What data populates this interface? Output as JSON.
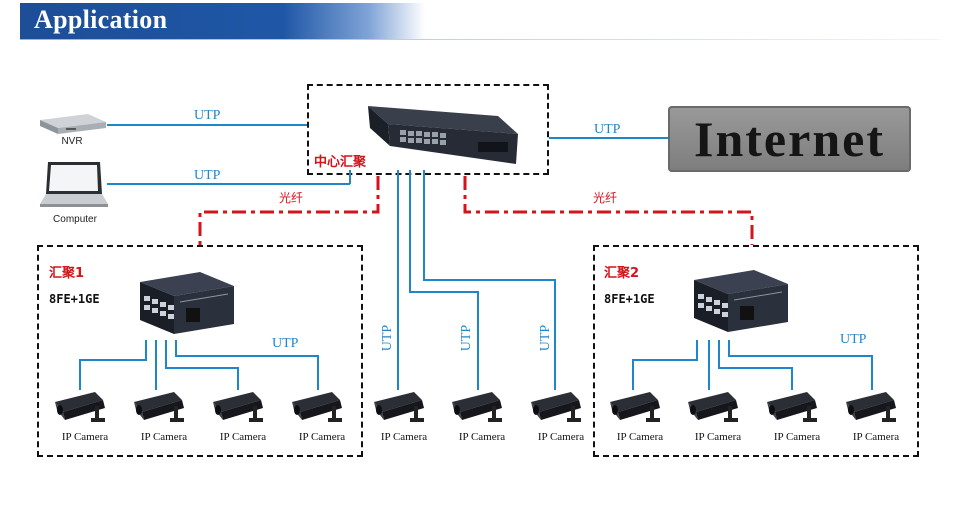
{
  "header": {
    "title": "Application"
  },
  "center": {
    "label": "中心汇聚"
  },
  "internet": {
    "label": "Internet"
  },
  "devices": {
    "nvr": "NVR",
    "computer": "Computer"
  },
  "links": {
    "utp": "UTP",
    "fiber": "光纤"
  },
  "group1": {
    "name": "汇聚1",
    "model": "8FE+1GE"
  },
  "group2": {
    "name": "汇聚2",
    "model": "8FE+1GE"
  },
  "camera_label": "IP Camera",
  "colors": {
    "utp": "#1f86c9",
    "fiber": "#d2141b",
    "header": "#1f57a7"
  }
}
